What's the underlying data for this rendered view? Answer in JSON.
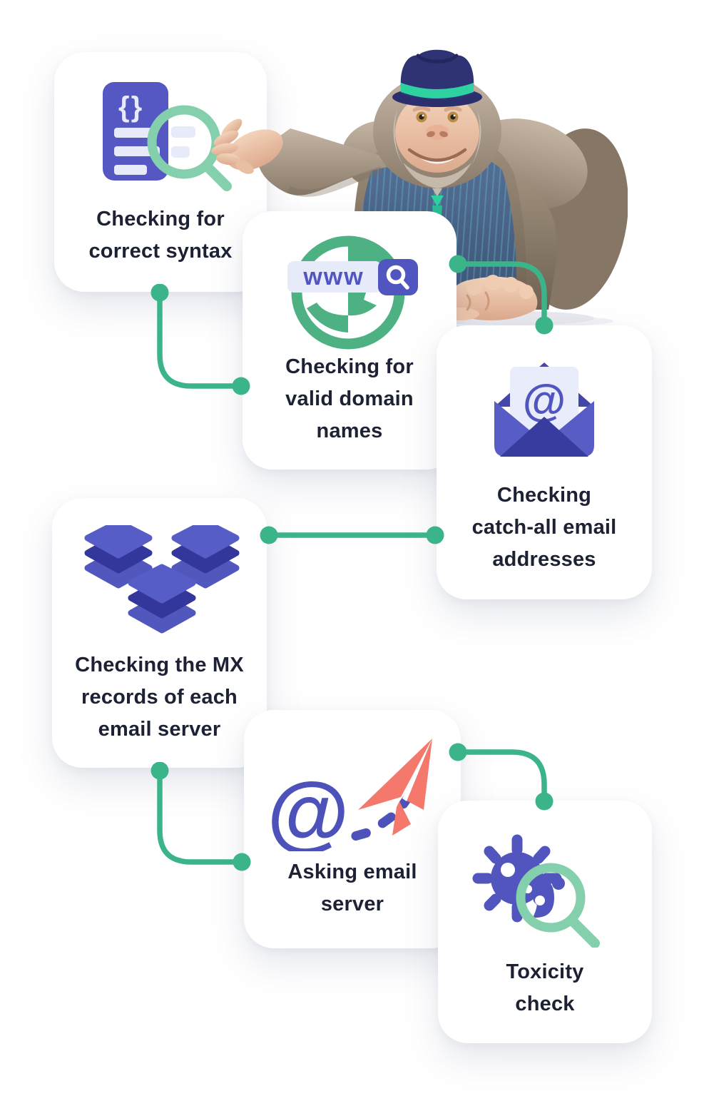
{
  "colors": {
    "background": "#ffffff",
    "card_background": "#ffffff",
    "text": "#1d2134",
    "indigo": "#5155bf",
    "indigo_dark": "#33379b",
    "indigo_pale": "#e7eaf9",
    "connector_green": "#3cb489",
    "magnifier_green": "#85d0ac",
    "globe_green": "#4db183",
    "plane_coral": "#f4786c",
    "hat_navy": "#303373",
    "band_teal": "#2ed1a0"
  },
  "cards": [
    {
      "id": "syntax",
      "icon": "document-syntax-magnifier-icon",
      "icon_braces": "{}",
      "lines": [
        "Checking for",
        "correct syntax"
      ]
    },
    {
      "id": "domain",
      "icon": "globe-www-search-icon",
      "icon_text": "www",
      "lines": [
        "Checking for",
        "valid domain",
        "names"
      ]
    },
    {
      "id": "catchall",
      "icon": "envelope-at-icon",
      "icon_symbol": "@",
      "lines": [
        "Checking",
        "catch-all email",
        "addresses"
      ]
    },
    {
      "id": "mx",
      "icon": "server-stacks-icon",
      "lines": [
        "Checking the MX",
        "records of each",
        "email server"
      ]
    },
    {
      "id": "ask",
      "icon": "at-paper-plane-icon",
      "icon_symbol": "@",
      "lines": [
        "Asking email",
        "server"
      ]
    },
    {
      "id": "toxicity",
      "icon": "virus-magnifier-icon",
      "lines": [
        "Toxicity",
        "check"
      ]
    }
  ],
  "mascot": {
    "name": "gorilla-mascot"
  }
}
